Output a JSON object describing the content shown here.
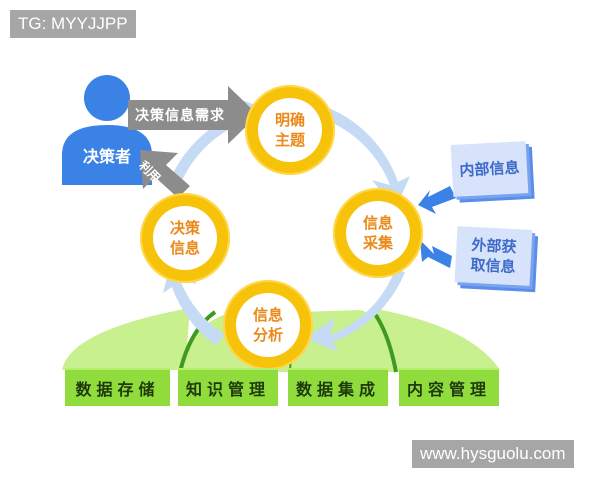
{
  "watermarks": {
    "top_left": "TG: MYYJJPP",
    "bottom_right": "www.hysguolu.com"
  },
  "decision_maker": {
    "label": "决策者",
    "color": "#3b82e6"
  },
  "arrows": {
    "requirement": "决策信息需求",
    "use": "利用"
  },
  "cycle": {
    "nodes": [
      {
        "line1": "明确",
        "line2": "主题"
      },
      {
        "line1": "信息",
        "line2": "采集"
      },
      {
        "line1": "信息",
        "line2": "分析"
      },
      {
        "line1": "决策",
        "line2": "信息"
      }
    ],
    "ring_color": "#f7c20a",
    "text_color": "#ea8a1a",
    "loop_color": "#c5daf5"
  },
  "sources": [
    {
      "line1": "内部信息",
      "line2": ""
    },
    {
      "line1": "外部获",
      "line2": "取信息"
    }
  ],
  "foundation": [
    "数据存储",
    "知识管理",
    "数据集成",
    "内容管理"
  ]
}
